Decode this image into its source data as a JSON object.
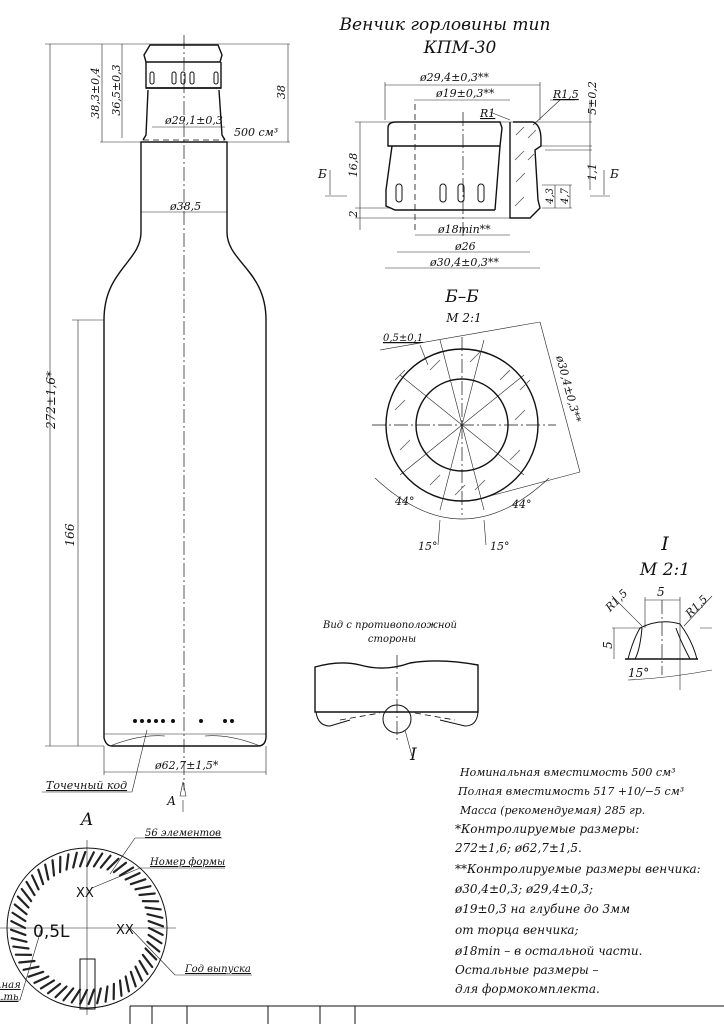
{
  "bottle_view": {
    "dim_total_height": "272±1,6*",
    "dim_body_height": "166",
    "dim_finish_height_1": "38,3±0,4",
    "dim_finish_height_2": "36,5±0,3",
    "dim_finish_height_3": "38",
    "dim_neck_ring": "ø29,1±0,3",
    "capacity_mark": "500 см³",
    "dim_neck_diameter": "ø38,5",
    "dim_body_diameter": "ø62,7±1,5*",
    "dot_code_label": "Точечный код",
    "view_arrow_label": "А"
  },
  "finish_detail": {
    "title_line1": "Венчик горловины тип",
    "title_line2": "КПМ-30",
    "dim_outer_top": "ø29,4±0,3**",
    "dim_bore_top": "ø19±0,3**",
    "radius_r1": "R1",
    "radius_r15": "R1,5",
    "dim_top_height": "5±0,2",
    "dim_height": "16,8",
    "dim_2": "2",
    "dim_11": "1,1",
    "dim_43": "4,3",
    "dim_47": "4,7",
    "dim_bore_min": "ø18min**",
    "dim_26": "ø26",
    "dim_outer_bottom": "ø30,4±0,3**",
    "section_mark": "Б"
  },
  "section_bb": {
    "title": "Б–Б",
    "scale": "М 2:1",
    "dim_gap": "0,5±0,1",
    "dim_diameter": "ø30,4±0,3**",
    "angle_left": "44°",
    "angle_right": "44°",
    "angle_15_left": "15°",
    "angle_15_right": "15°"
  },
  "detail_i": {
    "title": "I",
    "scale": "М 2:1",
    "dim_width": "5",
    "dim_height": "5",
    "radius_left": "R1,5",
    "radius_right": "R1,5",
    "angle": "15°"
  },
  "opposite_view": {
    "title_line1": "Вид с противоположной",
    "title_line2": "стороны",
    "detail_mark": "I"
  },
  "bottom_view": {
    "title": "А",
    "elements_label": "56 элементов",
    "mold_number_label": "Номер формы",
    "year_label": "Год выпуска",
    "volume_mark": "0,5L",
    "mold_number_mark": "XX",
    "year_mark": "XX",
    "cut_label_line1": "...ная",
    "cut_label_line2": "...ть"
  },
  "notes": [
    "Номинальная вместимость 500 см³",
    "Полная вместимость 517 +10/−5 см³",
    "Масса (рекомендуемая) 285 гр.",
    "*Контролируемые размеры:",
    "272±1,6; ø62,7±1,5.",
    "**Контролируемые размеры венчика:",
    "ø30,4±0,3; ø29,4±0,3;",
    "ø19±0,3 на глубине до 3мм",
    "от торца венчика;",
    "ø18min – в остальной части.",
    "Остальные размеры –",
    "для формокомплекта."
  ]
}
